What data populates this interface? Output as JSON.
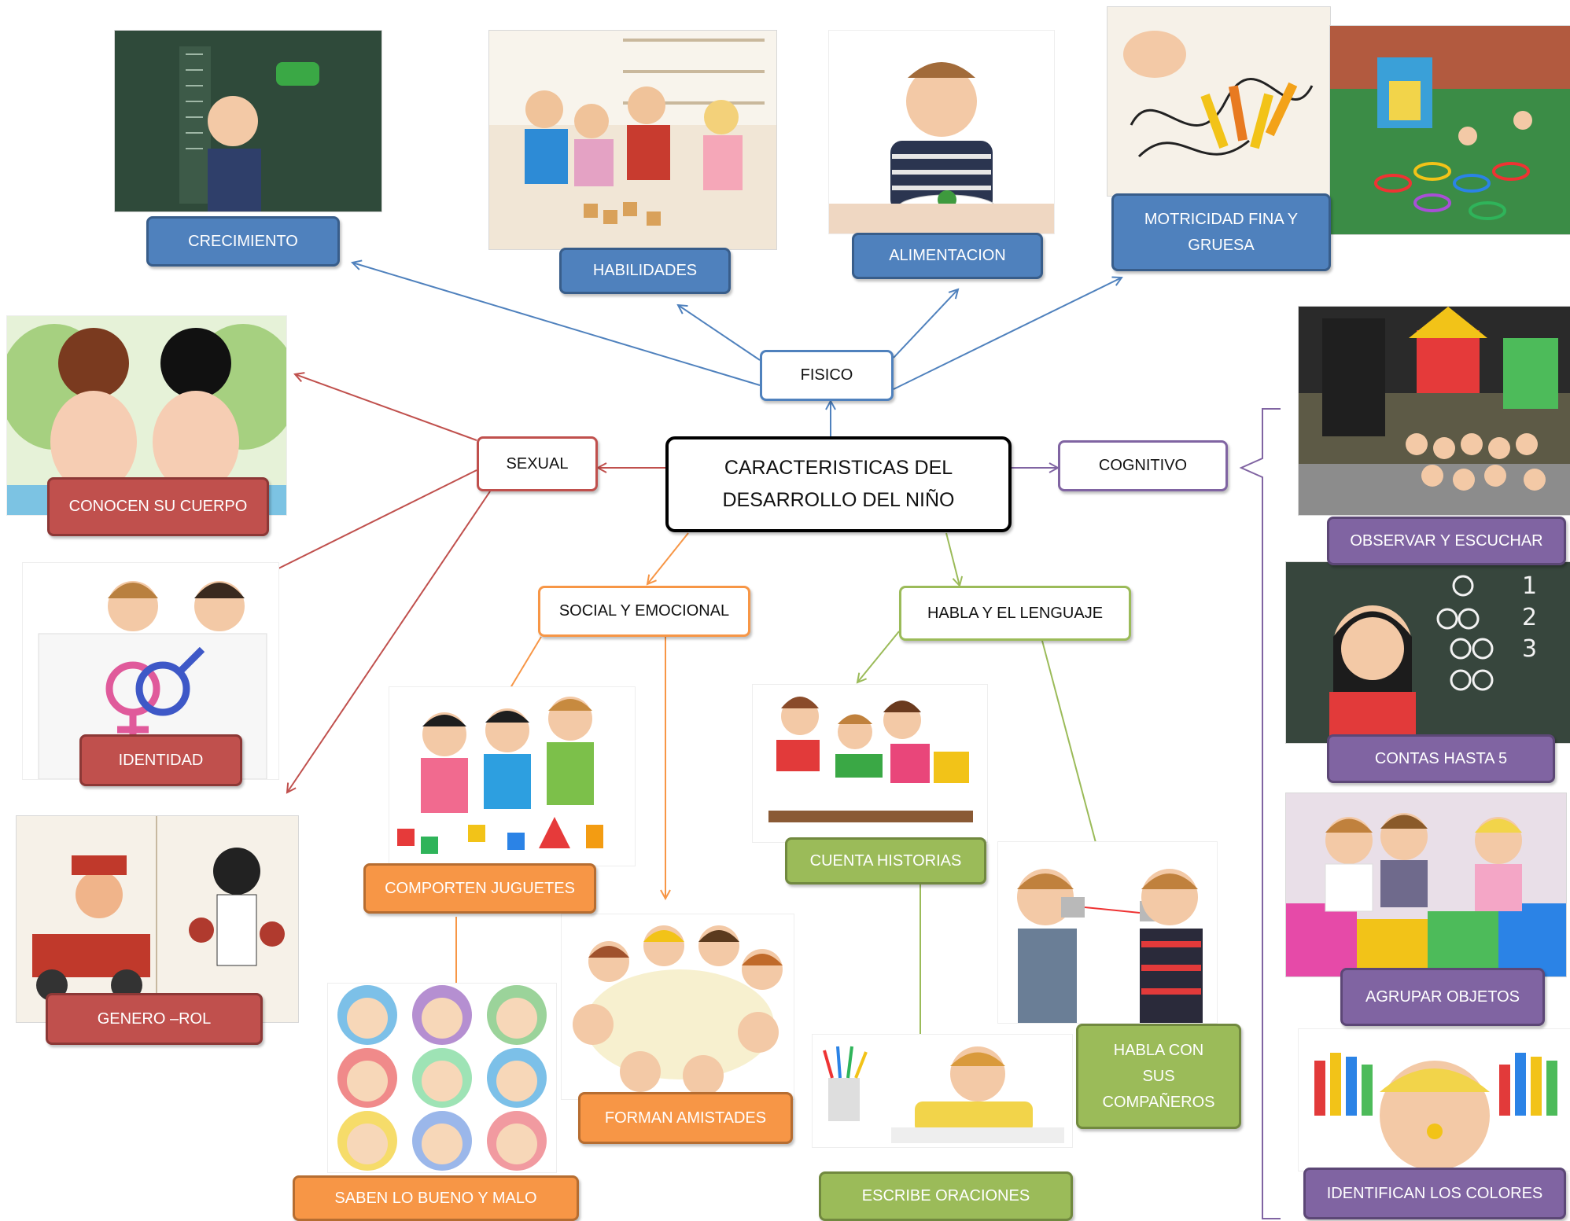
{
  "diagram": {
    "central": "CARACTERISTICAS DEL DESARROLLO DEL NIÑO",
    "colors": {
      "fisico": "#4f81bd",
      "sexual": "#c0504d",
      "social": "#f79646",
      "lenguaje": "#9bbb59",
      "cognitivo": "#8064a2",
      "central": "#000000"
    },
    "branches": {
      "fisico": {
        "title": "FISICO",
        "items": [
          "CRECIMIENTO",
          "HABILIDADES",
          "ALIMENTACION",
          "MOTRICIDAD FINA Y GRUESA"
        ]
      },
      "sexual": {
        "title": "SEXUAL",
        "items": [
          "CONOCEN SU CUERPO",
          "IDENTIDAD",
          "GENERO –ROL"
        ]
      },
      "social": {
        "title": "SOCIAL Y EMOCIONAL",
        "items": [
          "COMPORTEN JUGUETES",
          "SABEN LO BUENO Y MALO",
          "FORMAN AMISTADES"
        ]
      },
      "lenguaje": {
        "title": "HABLA Y EL LENGUAJE",
        "items": [
          "CUENTA HISTORIAS",
          "ESCRIBE ORACIONES",
          "HABLA CON SUS COMPAÑEROS"
        ]
      },
      "cognitivo": {
        "title": "COGNITIVO",
        "items": [
          "OBSERVAR Y ESCUCHAR",
          "CONTAS HASTA 5",
          "AGRUPAR OBJETOS",
          "IDENTIFICAN LOS COLORES"
        ]
      }
    },
    "gender_symbols": "⚥"
  }
}
